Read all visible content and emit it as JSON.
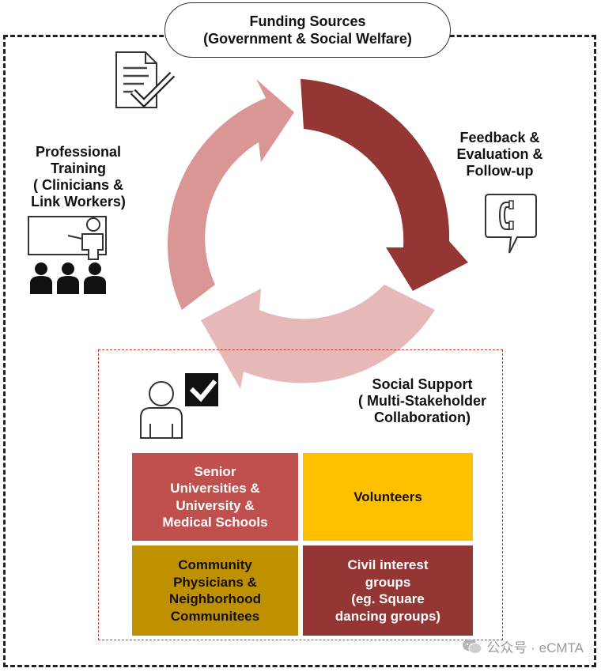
{
  "funding": {
    "line1": "Funding Sources",
    "line2": "(Government & Social Welfare)"
  },
  "training": {
    "lines": [
      "Professional",
      "Training",
      "( Clinicians &",
      "Link Workers)"
    ]
  },
  "feedback": {
    "lines": [
      "Feedback &",
      "Evaluation &",
      "Follow-up"
    ]
  },
  "social": {
    "lines": [
      "Social Support",
      "( Multi-Stakeholder",
      "Collaboration)"
    ]
  },
  "grid": {
    "top_left": {
      "lines": [
        "Senior",
        "Universities &",
        "University &",
        "Medical Schools"
      ],
      "color": "#c0504d"
    },
    "top_right": {
      "lines": [
        "Volunteers"
      ],
      "color": "#ffc000"
    },
    "bottom_left": {
      "lines": [
        "Community",
        "Physicians &",
        "Neighborhood",
        "Communitees"
      ],
      "color": "#bf9000"
    },
    "bottom_right": {
      "lines": [
        "Civil interest",
        "groups",
        "(eg. Square",
        "dancing groups)"
      ],
      "color": "#943634"
    }
  },
  "arrows": {
    "dark": "#943634",
    "medium": "#d99694",
    "light": "#e6b9b8"
  },
  "icons": [
    "document-check-icon",
    "presentation-icon",
    "audience-icon",
    "phone-chat-icon",
    "person-icon",
    "checkbox-checked-icon",
    "wechat-icon"
  ],
  "watermark": {
    "text": "公众号 · eCMTA"
  }
}
